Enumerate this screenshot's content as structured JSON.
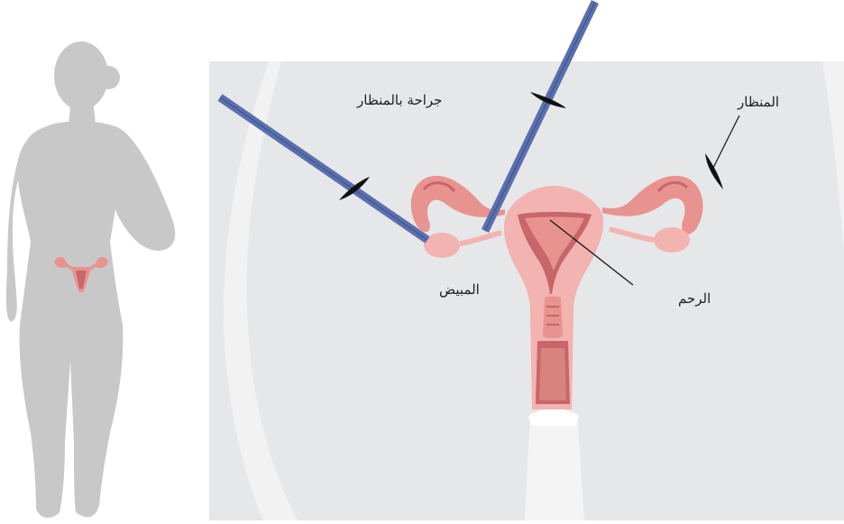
{
  "labels": {
    "surgery": "جراحة بالمنظار",
    "scope": "المنظار",
    "ovary": "المبيض",
    "uterus": "الرحم"
  },
  "colors": {
    "background_panel": "#e6e7e8",
    "figure": "#c8c8c8",
    "uterus_light": "#f2b3b1",
    "uterus_mid": "#e8938f",
    "uterus_dark": "#c7666b",
    "instrument": "#5a6fae"
  }
}
